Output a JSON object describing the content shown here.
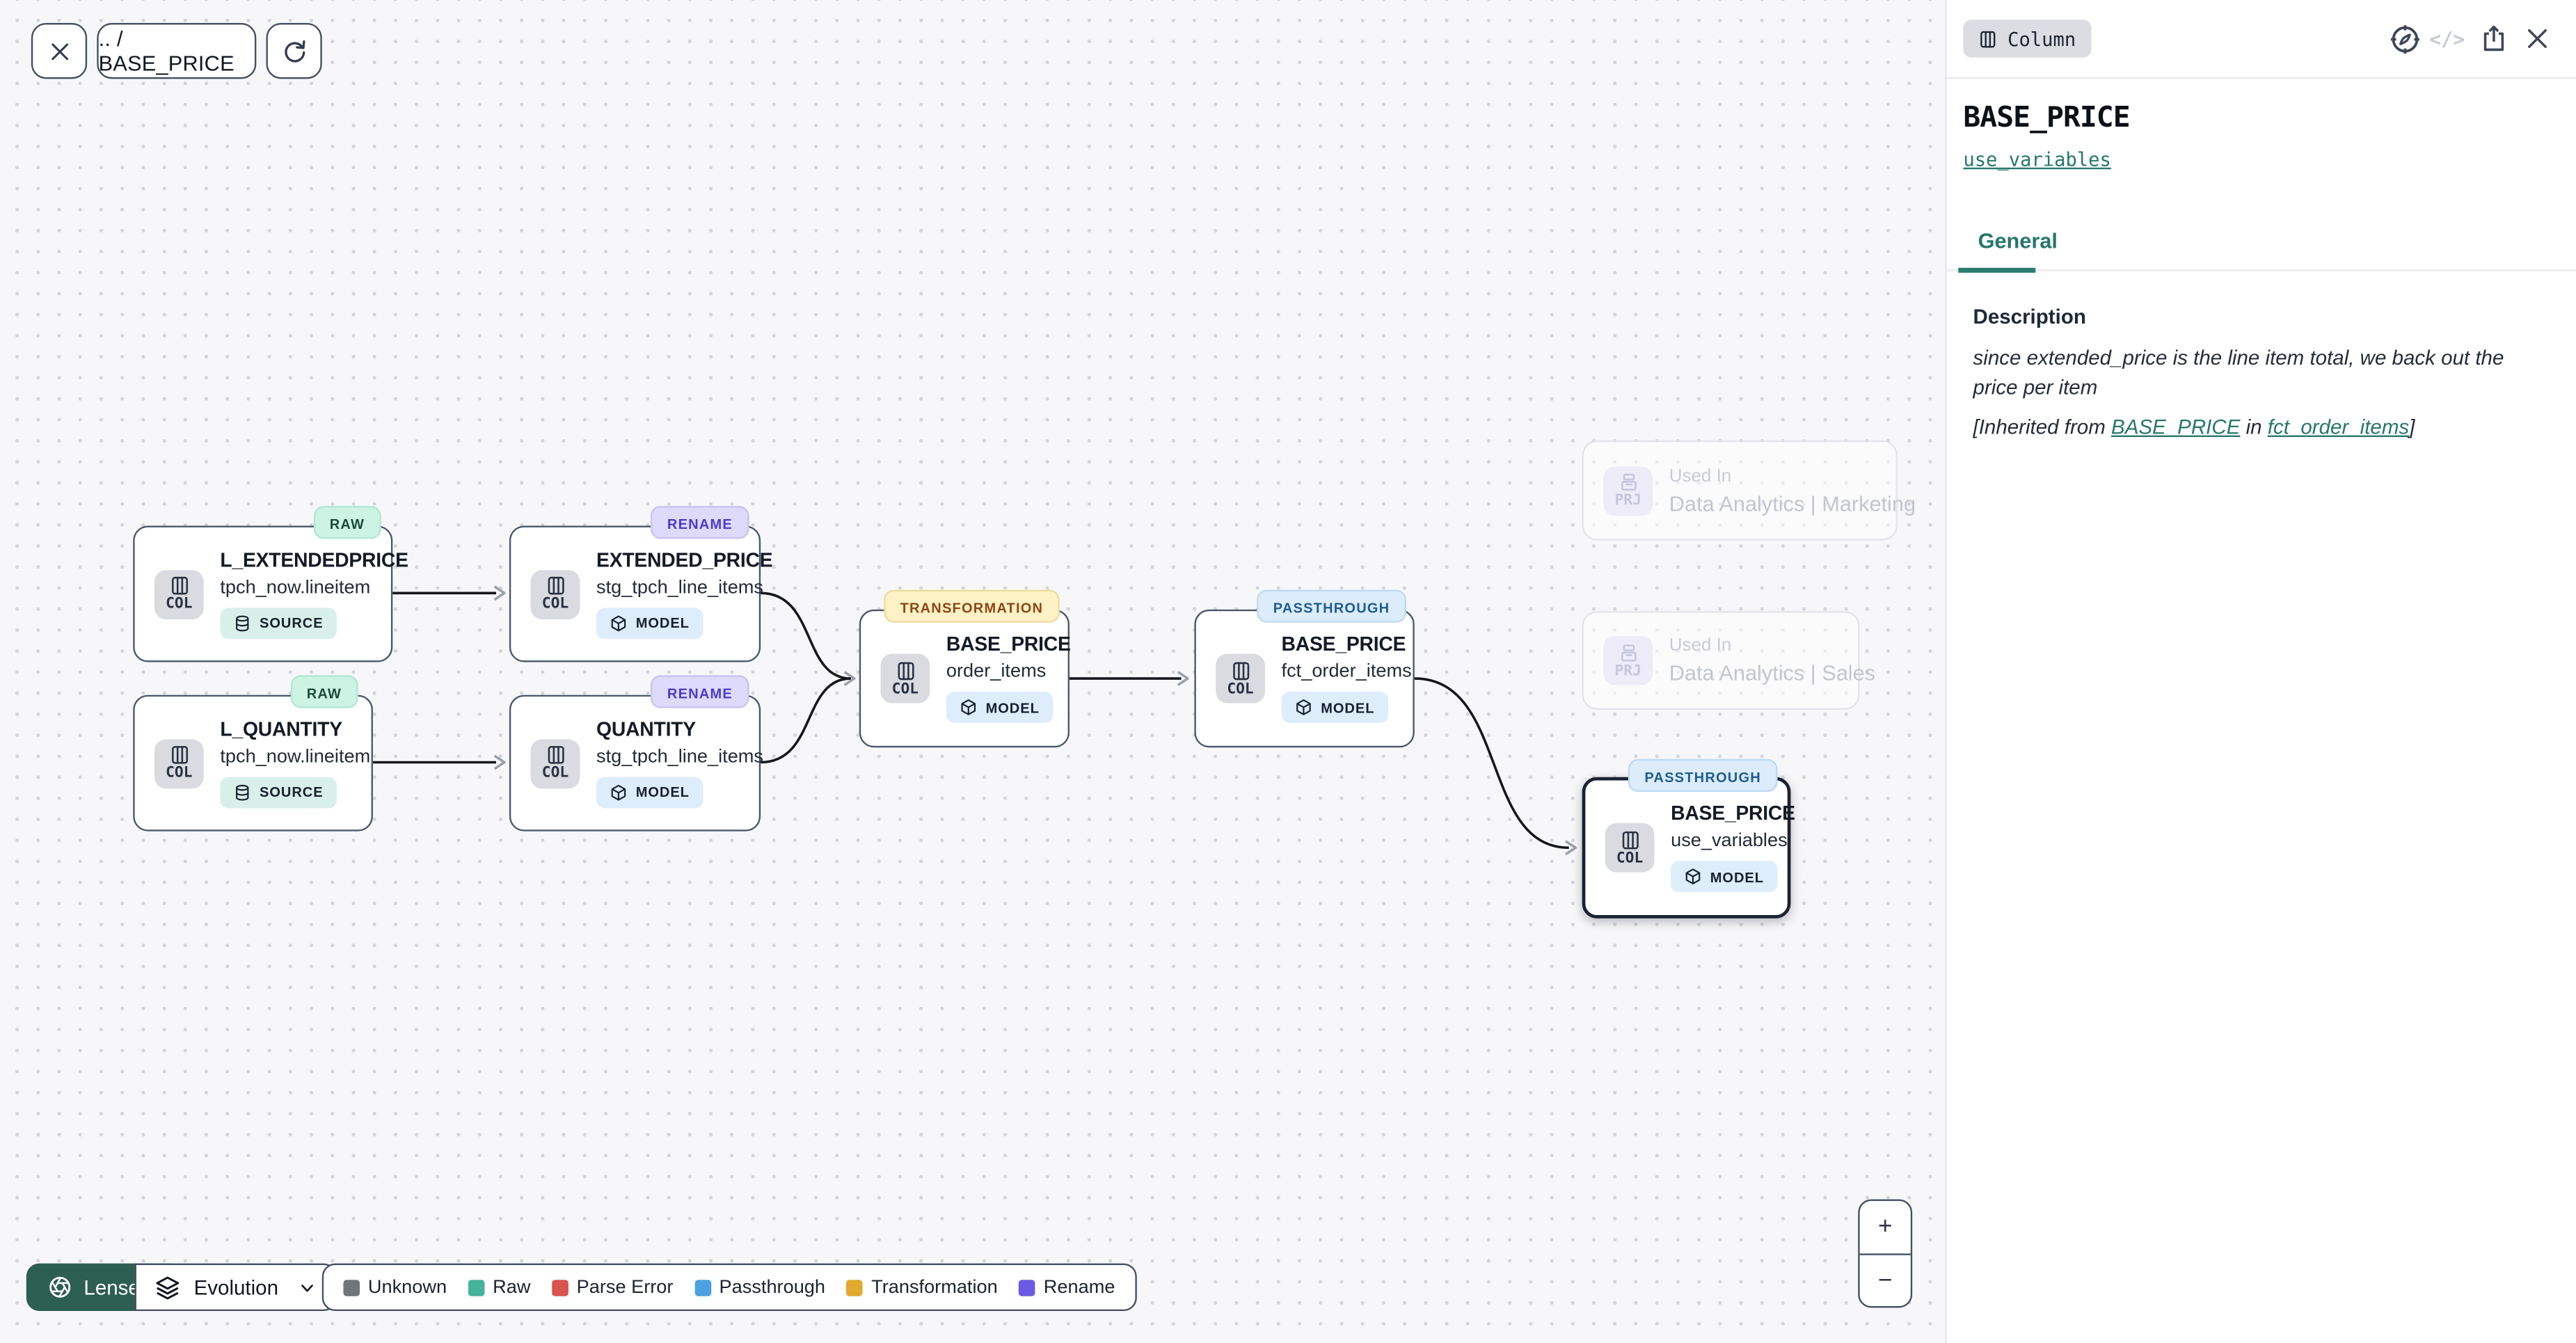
{
  "toolbar": {
    "breadcrumb": ".. / BASE_PRICE"
  },
  "canvas": {
    "nodes": [
      {
        "badge": "RAW",
        "kind": "COL",
        "title": "L_EXTENDEDPRICE",
        "subtitle": "tpch_now.lineitem",
        "pill": "SOURCE"
      },
      {
        "badge": "RAW",
        "kind": "COL",
        "title": "L_QUANTITY",
        "subtitle": "tpch_now.lineitem",
        "pill": "SOURCE"
      },
      {
        "badge": "RENAME",
        "kind": "COL",
        "title": "EXTENDED_PRICE",
        "subtitle": "stg_tpch_line_items",
        "pill": "MODEL"
      },
      {
        "badge": "RENAME",
        "kind": "COL",
        "title": "QUANTITY",
        "subtitle": "stg_tpch_line_items",
        "pill": "MODEL"
      },
      {
        "badge": "TRANSFORMATION",
        "kind": "COL",
        "title": "BASE_PRICE",
        "subtitle": "order_items",
        "pill": "MODEL"
      },
      {
        "badge": "PASSTHROUGH",
        "kind": "COL",
        "title": "BASE_PRICE",
        "subtitle": "fct_order_items",
        "pill": "MODEL"
      },
      {
        "badge": "PASSTHROUGH",
        "kind": "COL",
        "title": "BASE_PRICE",
        "subtitle": "use_variables",
        "pill": "MODEL"
      }
    ],
    "ghost_nodes": [
      {
        "kind": "PRJ",
        "label": "Used In",
        "project": "Data Analytics | Marketing"
      },
      {
        "kind": "PRJ",
        "label": "Used In",
        "project": "Data Analytics | Sales"
      }
    ],
    "lenses_label": "Lenses",
    "evolution_label": "Evolution",
    "legend": {
      "items": [
        {
          "label": "Unknown",
          "color": "#71757b"
        },
        {
          "label": "Raw",
          "color": "#45b39c"
        },
        {
          "label": "Parse Error",
          "color": "#d9534f"
        },
        {
          "label": "Passthrough",
          "color": "#4aa3e0"
        },
        {
          "label": "Transformation",
          "color": "#e2a92e"
        },
        {
          "label": "Rename",
          "color": "#6a5be2"
        }
      ]
    },
    "zoom_in": "+",
    "zoom_out": "−"
  },
  "sidebar": {
    "entity_badge": "Column",
    "code_icon_glyph": "</>",
    "title": "BASE_PRICE",
    "model_link": "use_variables",
    "tab_general": "General",
    "description": {
      "label": "Description",
      "text": "since extended_price is the line item total, we back out the price per item",
      "inherited_prefix": "[Inherited from ",
      "inherited_link1": "BASE_PRICE",
      "inherited_middle": " in ",
      "inherited_link2": "fct_order_items",
      "inherited_suffix": "]"
    },
    "accent_color": "#26776b"
  }
}
